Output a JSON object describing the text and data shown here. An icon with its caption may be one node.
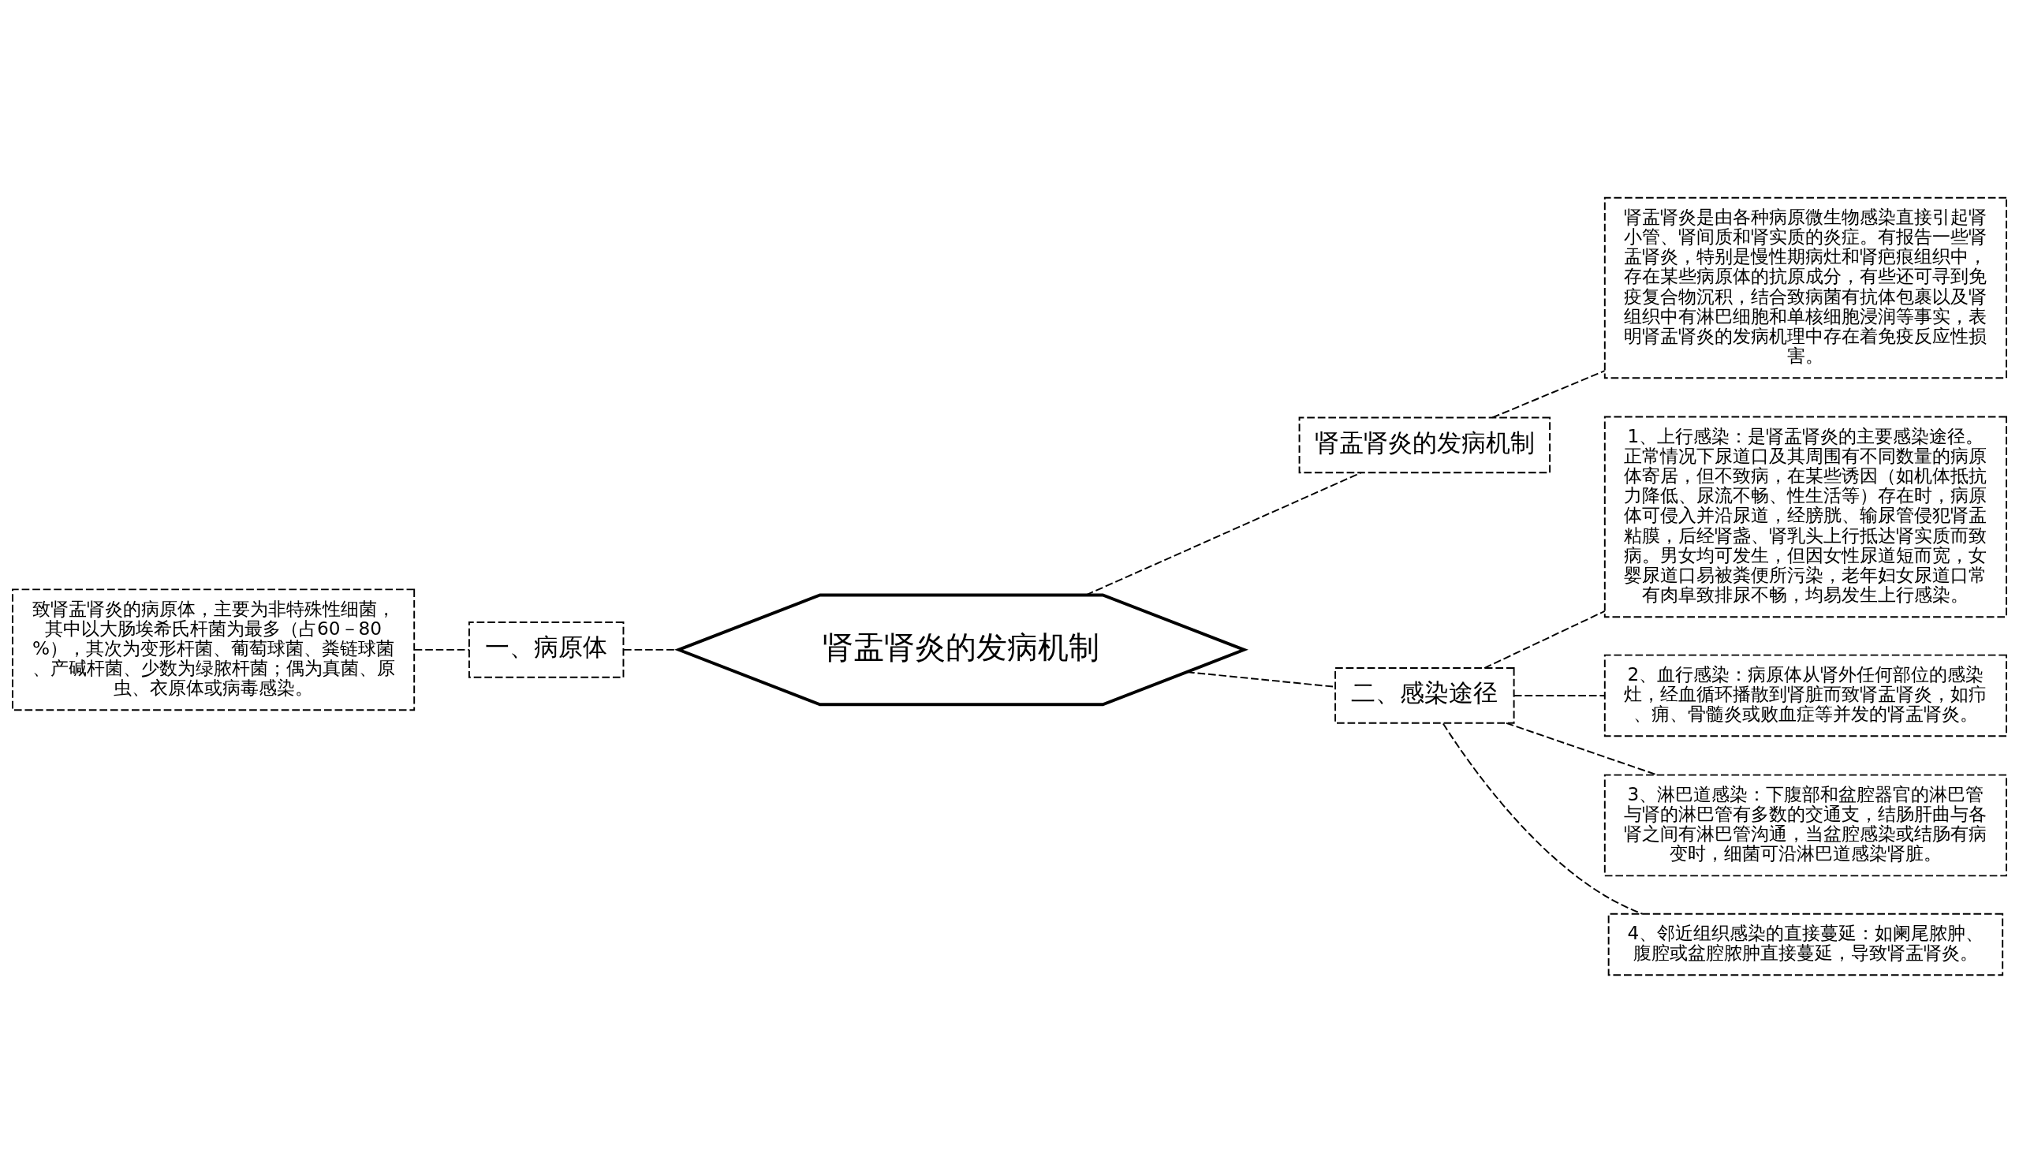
{
  "diagram": {
    "nodes": [
      {
        "text": [
          "肾盂肾炎的发病机制"
        ]
      },
      {
        "text": [
          "一、病原体"
        ]
      },
      {
        "text": [
          "致肾盂肾炎的病原体，主要为非特殊性细菌，其中以大肠埃希氏杆菌为最多（占60－80%），其次为变形杆菌、葡萄球菌、粪链球菌、产碱杆菌、少数为绿脓杆菌；偶为真菌、原虫、衣原体或病毒感染。"
        ]
      },
      {
        "text": [
          "肾盂肾炎的发病机制"
        ]
      },
      {
        "text": [
          "肾盂肾炎是由各种病原微生物感染直接引起肾小管、肾间质和肾实质的炎症。有报告一些肾盂肾炎，特别是慢性期病灶和肾疤痕组织中，存在某些病原体的抗原成分，有些还可寻到免疫复合物沉积，结合致病菌有抗体包裹以及肾组织中有淋巴细胞和单核细胞浸润等事实，表明肾盂肾炎的发病机理中存在着免疫反应性损害。"
        ]
      },
      {
        "text": [
          "二、感染途径"
        ]
      },
      {
        "text": [
          "1、上行感染：是肾盂肾炎的主要感染途径。正常情况下尿道口及其周围有不同数量的病原体寄居，但不致病，在某些诱因（如机体抵抗力降低、尿流不畅、性生活等）存在时，病原体可侵入并沿尿道，经膀胱、输尿管侵犯肾盂粘膜，后经肾盏、肾乳头上行抵达肾实质而致病。男女均可发生，但因女性尿道短而宽，女婴尿道口易被粪便所污染，老年妇女尿道口常有肉阜致排尿不畅，均易发生上行感染。"
        ]
      },
      {
        "text": [
          "2、血行感染：病原体从肾外任何部位的感染灶，经血循环播散到肾脏而致肾盂肾炎，如疖、痈、骨髓炎或败血症等并发的肾盂肾炎。"
        ]
      },
      {
        "text": [
          "3、淋巴道感染：下腹部和盆腔器官的淋巴管与肾的淋巴管有多数的交通支，结肠肝曲与各肾之间有淋巴管沟通，当盆腔感染或结肠有病变时，细菌可沿淋巴道感染肾脏。"
        ]
      },
      {
        "text": [
          "4、邻近组织感染的直接蔓延：如阑尾脓肿、腹腔或盆腔脓肿直接蔓延，导致肾盂肾炎。"
        ]
      }
    ],
    "edges": [
      {
        "from": 0,
        "to": 1,
        "arrow": "none"
      },
      {
        "from": 1,
        "to": 2,
        "arrow": "none"
      },
      {
        "from": 0,
        "to": 3,
        "arrow": "none"
      },
      {
        "from": 3,
        "to": 4,
        "arrow": "none"
      },
      {
        "from": 0,
        "to": 5,
        "arrow": "none"
      },
      {
        "from": 5,
        "to": 6,
        "arrow": "none"
      },
      {
        "from": 5,
        "to": 7,
        "arrow": "none"
      },
      {
        "from": 5,
        "to": 8,
        "arrow": "none"
      },
      {
        "from": 5,
        "to": 9,
        "arrow": "none"
      }
    ]
  }
}
